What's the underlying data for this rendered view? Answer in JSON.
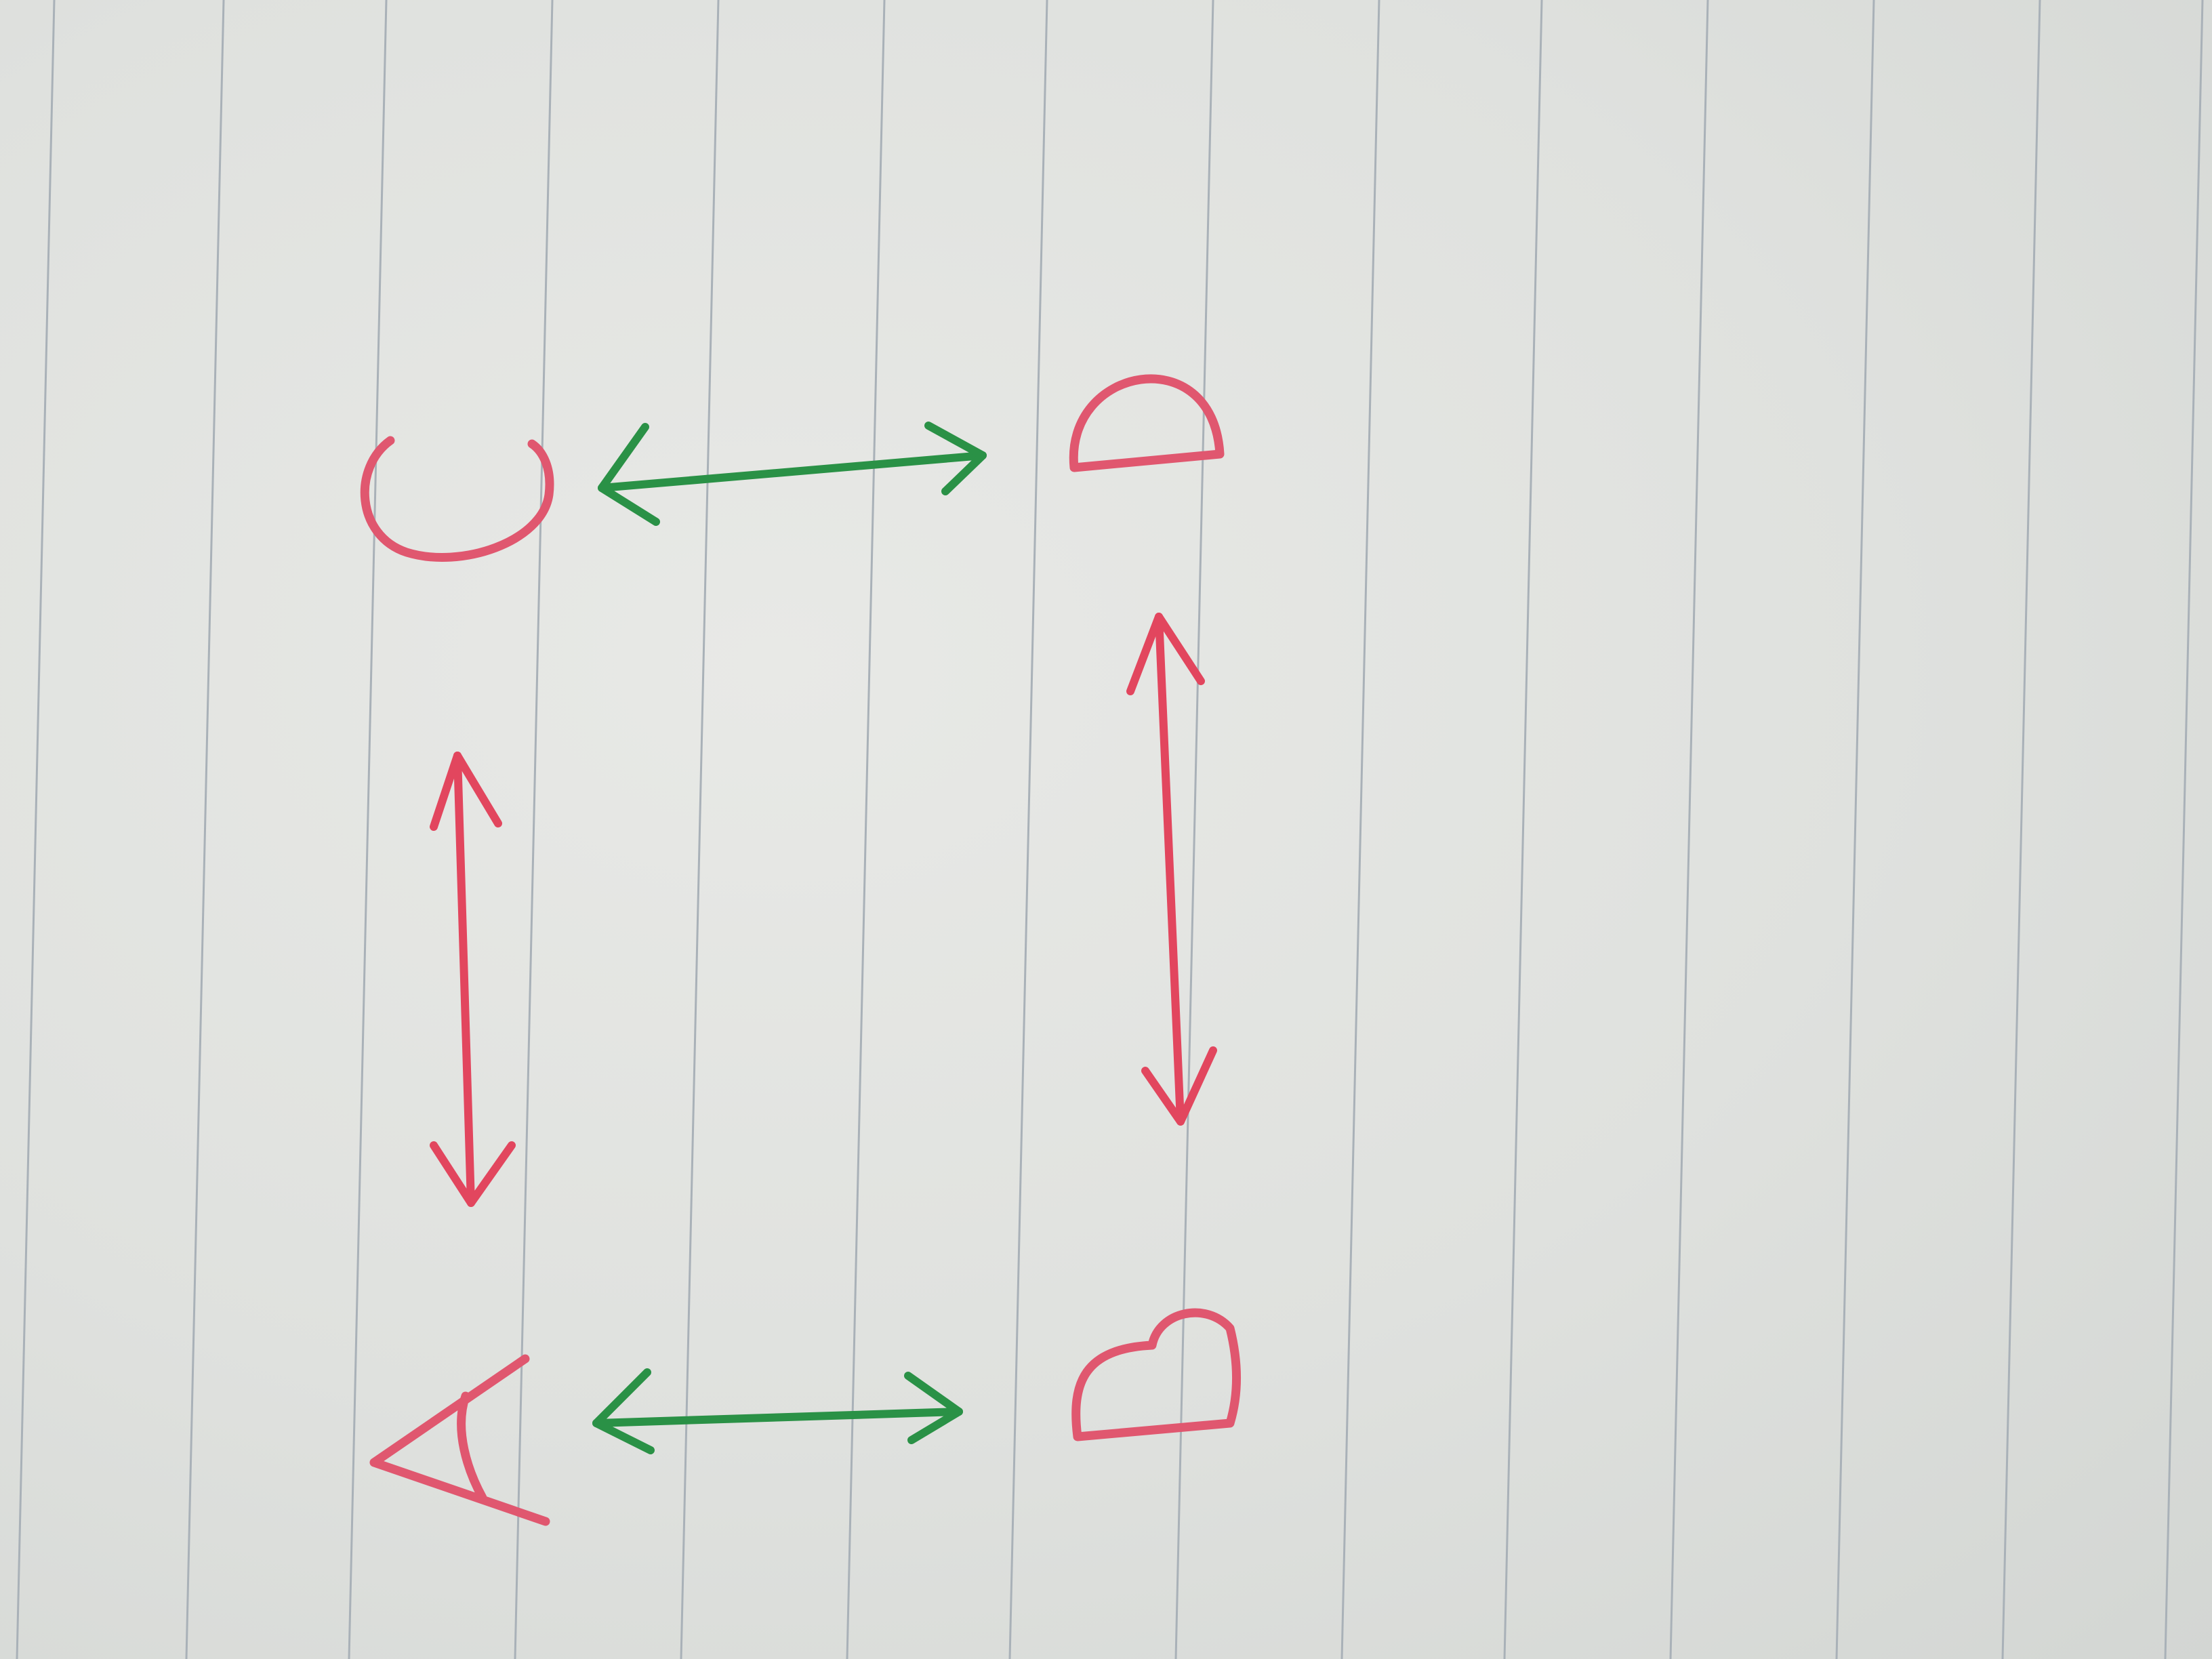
{
  "nodes": [
    {
      "id": "A",
      "label": "A"
    },
    {
      "id": "B",
      "label": "B"
    },
    {
      "id": "C",
      "label": "C"
    },
    {
      "id": "D",
      "label": "D"
    }
  ],
  "edges": [
    {
      "from": "A",
      "to": "B",
      "direction": "both",
      "color": "green"
    },
    {
      "from": "C",
      "to": "D",
      "direction": "both",
      "color": "green"
    },
    {
      "from": "A",
      "to": "C",
      "direction": "both",
      "color": "red"
    },
    {
      "from": "B",
      "to": "D",
      "direction": "both",
      "color": "red"
    }
  ],
  "colors": {
    "letter": "#e0576f",
    "red_arrow": "#e2465e",
    "green_arrow": "#2a9146",
    "ruled_line": "#a9b1b8"
  }
}
